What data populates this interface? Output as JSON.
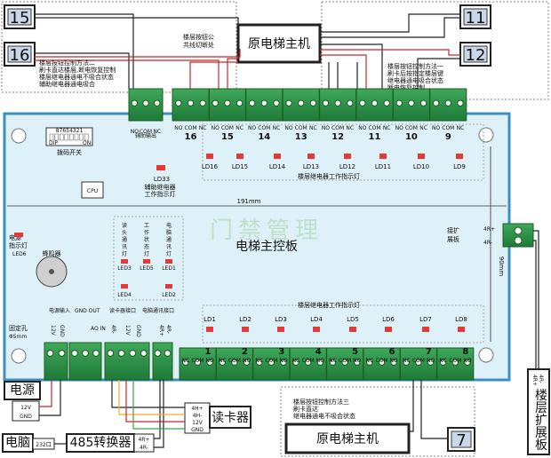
{
  "board": {
    "title": "电梯主控板",
    "watermark": "门禁管理",
    "width_label": "191mm",
    "height_label": "90mm",
    "dip_label": "拨码开关",
    "dip_digits": "87654321",
    "dip_on": "DIP",
    "dip_off": "ON",
    "cpu_label": "CPU",
    "buzzer_label": "蜂鸣器",
    "fix_hole_label": "固定孔",
    "fix_hole_size": "Φ5mm",
    "power_led_label1": "电源",
    "power_led_label2": "指示灯",
    "power_led_name": "LED6",
    "aux_led_name": "LD33",
    "aux_led_desc1": "辅助继电器",
    "aux_led_desc2": "工作指示灯",
    "top_led_caption": "楼层继电器工作指示灯",
    "bottom_led_caption": "楼层继电器工作指示灯",
    "ind_leds": [
      {
        "name": "读头通讯灯",
        "led": "LED3",
        "led2": "LED4"
      },
      {
        "name": "工作状态灯",
        "led": "LED5"
      },
      {
        "name": "电脑通讯灯",
        "led": "LED1",
        "led2": "LED2"
      }
    ]
  },
  "top_relays": {
    "aux_label": "辅助输出",
    "floors": [
      "16",
      "15",
      "14",
      "13",
      "12",
      "11",
      "10",
      "9"
    ],
    "pins": [
      "NO",
      "COM",
      "NC"
    ]
  },
  "top_leds": [
    "LD16",
    "LD15",
    "LD14",
    "LD13",
    "LD12",
    "LD11",
    "LD10",
    "LD9"
  ],
  "bottom_relays": {
    "floors": [
      "1",
      "2",
      "3",
      "4",
      "5",
      "6",
      "7",
      "8"
    ],
    "pins": [
      "NC",
      "COM",
      "NO"
    ]
  },
  "bottom_leds": [
    "LD1",
    "LD2",
    "LD3",
    "LD4",
    "LD5",
    "LD6",
    "LD7",
    "LD8"
  ],
  "bottom_terminals": {
    "power_in": "电源输入",
    "power_pins": [
      "12V",
      "GND"
    ],
    "gnd_out": "GND OUT",
    "ao_in": "AO IN",
    "reader_label": "读卡器接口",
    "reader_pins": [
      "4R-",
      "12V",
      "GND"
    ],
    "pc_label": "电脑通讯接口",
    "pc_pins": [
      "4R+",
      "4R-"
    ]
  },
  "expansion": {
    "label1": "接扩",
    "label2": "展板",
    "pins": [
      "4R+",
      "4R-"
    ],
    "box_label": "楼层扩展板",
    "box_pins": [
      "4R+",
      "4R-"
    ]
  },
  "external": {
    "box15": "15",
    "box16": "16",
    "box11": "11",
    "box12": "12",
    "box7": "7",
    "elevator_top": "原电梯主机",
    "elevator_bottom": "原电梯主机",
    "top_note1": "楼层按钮公",
    "top_note2": "共线切断处",
    "left_note": [
      "楼层按钮控制方法二",
      "刷卡直达楼层,断电恢复控制",
      "楼层继电器通电不吸合状态",
      "辅助继电器通电吸合"
    ],
    "right_note": [
      "楼层按钮控制方法一",
      "刷卡后按指定楼层键",
      "继电器通电吸合状态",
      "断电恢复控制"
    ],
    "bottom_note": [
      "楼层按钮控制方法三",
      "刷卡直达",
      "继电器通电不吸合状态"
    ],
    "power_box": "电源",
    "power_pins": [
      "12V",
      "GND"
    ],
    "pc_box": "电脑",
    "pc_port": "232口",
    "converter": "485转换器",
    "conv_pins": [
      "4R+",
      "4R-"
    ],
    "reader_box": "读卡器",
    "reader_pins": [
      "4H+",
      "4H-",
      "12V",
      "GND"
    ]
  }
}
